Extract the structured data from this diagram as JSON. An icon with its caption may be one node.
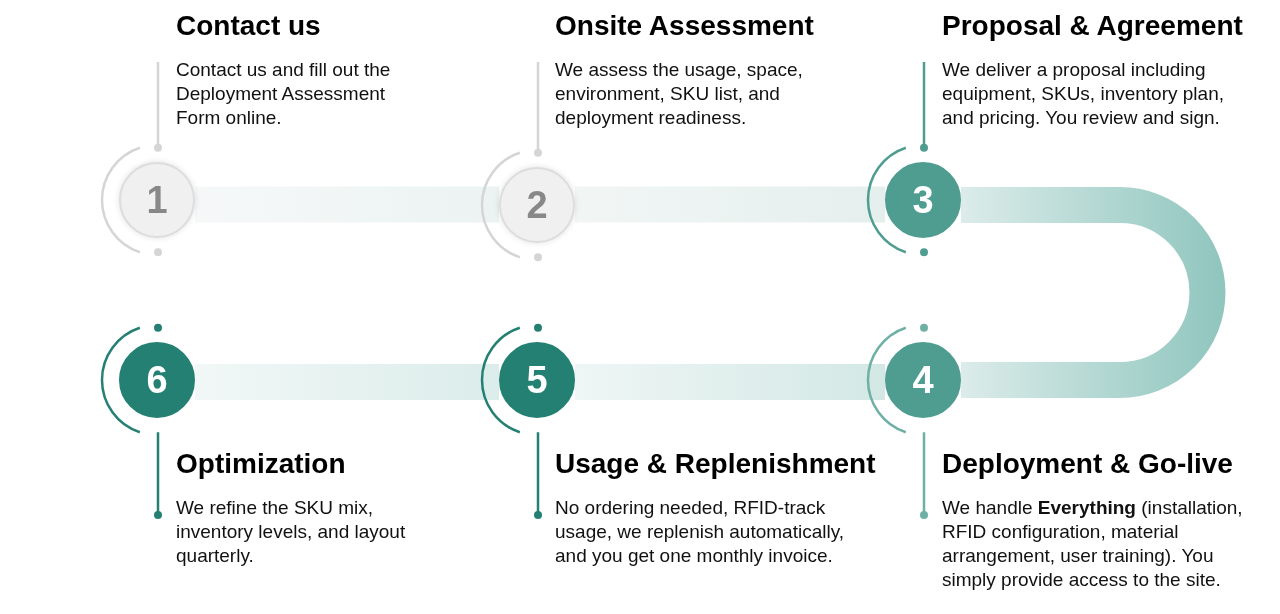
{
  "diagram": {
    "nodes": [
      {
        "text": [
          "1"
        ],
        "beside": [
          "Contact us",
          "Contact us and fill out the Deployment Assessment Form online."
        ]
      },
      {
        "text": [
          "2"
        ],
        "beside": [
          "Onsite Assessment",
          "We assess the usage, space, environment, SKU list, and deployment readiness."
        ]
      },
      {
        "text": [
          "3"
        ],
        "beside": [
          "Proposal & Agreement",
          "We deliver a proposal including equipment, SKUs, inventory plan, and pricing. You review and sign."
        ]
      },
      {
        "text": [
          "4"
        ],
        "beside": [
          "Deployment & Go-live",
          "We handle **Everything** (installation, RFID configuration, material arrangement, user training). You simply provide access to the site."
        ]
      },
      {
        "text": [
          "5"
        ],
        "beside": [
          "Usage & Replenishment",
          "No ordering needed, RFID-track usage, we replenish automatically, and you get one monthly invoice."
        ]
      },
      {
        "text": [
          "6"
        ],
        "beside": [
          "Optimization",
          "We refine the SKU mix, inventory levels, and layout quarterly."
        ]
      }
    ],
    "edges": [
      {
        "from": 0,
        "to": 1,
        "arrow": "none",
        "style": "thick"
      },
      {
        "from": 1,
        "to": 2,
        "arrow": "none",
        "style": "thick"
      },
      {
        "from": 2,
        "to": 3,
        "arrow": "none",
        "style": "thick"
      },
      {
        "from": 3,
        "to": 4,
        "arrow": "none",
        "style": "thick"
      },
      {
        "from": 4,
        "to": 5,
        "arrow": "none",
        "style": "thick"
      }
    ]
  }
}
